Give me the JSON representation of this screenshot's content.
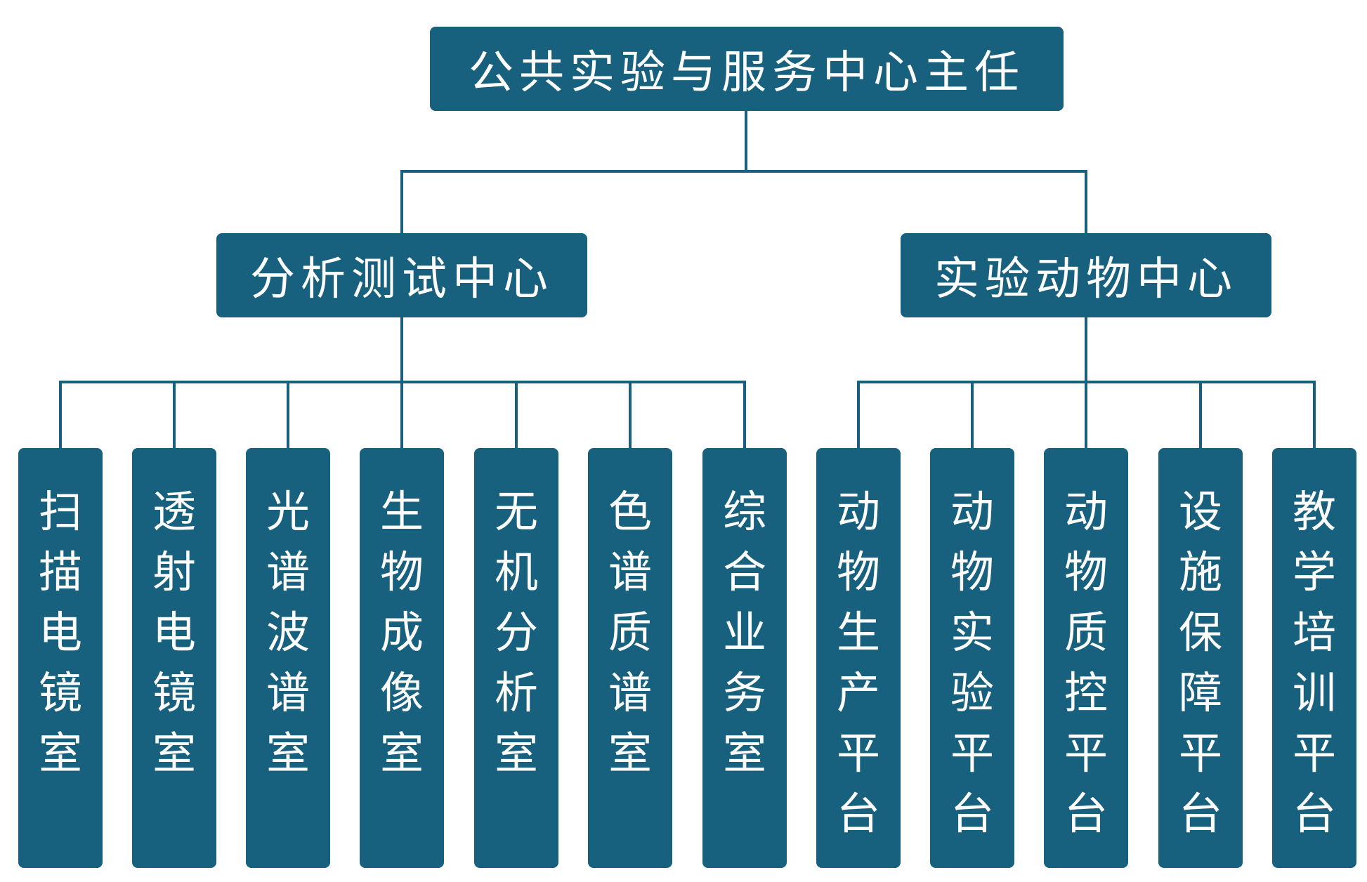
{
  "colors": {
    "box_fill": "#17607e",
    "text": "#ffffff",
    "line": "#17607e"
  },
  "top": {
    "label": "公共实验与服务中心主任"
  },
  "departments": [
    {
      "label": "分析测试中心",
      "units": [
        {
          "label": "扫描电镜室"
        },
        {
          "label": "透射电镜室"
        },
        {
          "label": "光谱波谱室"
        },
        {
          "label": "生物成像室"
        },
        {
          "label": "无机分析室"
        },
        {
          "label": "色谱质谱室"
        },
        {
          "label": "综合业务室"
        }
      ]
    },
    {
      "label": "实验动物中心",
      "units": [
        {
          "label": "动物生产平台"
        },
        {
          "label": "动物实验平台"
        },
        {
          "label": "动物质控平台"
        },
        {
          "label": "设施保障平台"
        },
        {
          "label": "教学培训平台"
        }
      ]
    }
  ]
}
